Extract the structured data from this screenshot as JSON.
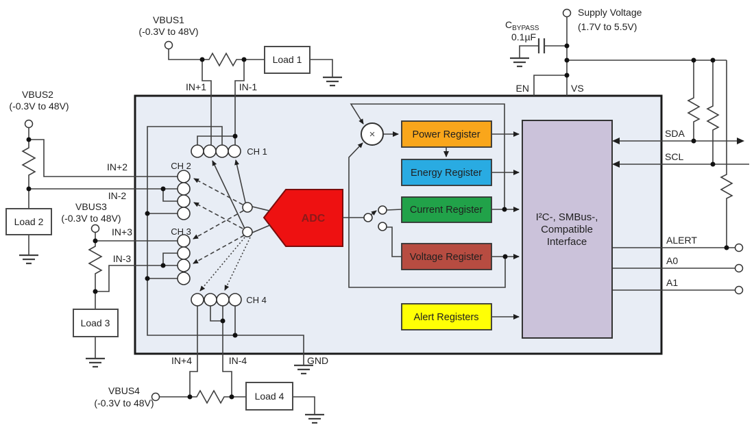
{
  "labels": {
    "vbus1": "VBUS1",
    "vbus1_range": "(-0.3V to 48V)",
    "vbus2": "VBUS2",
    "vbus2_range": "(-0.3V to 48V)",
    "vbus3": "VBUS3",
    "vbus3_range": "(-0.3V to 48V)",
    "vbus4": "VBUS4",
    "vbus4_range": "(-0.3V to 48V)",
    "load1": "Load 1",
    "load2": "Load 2",
    "load3": "Load 3",
    "load4": "Load 4",
    "supply_line1": "Supply Voltage",
    "supply_line2": "(1.7V to 5.5V)",
    "cap_prefix": "C",
    "cap_sub": "BYPASS",
    "cap_value": "0.1µF",
    "en": "EN",
    "vs": "VS",
    "sda": "SDA",
    "scl": "SCL",
    "alert": "ALERT",
    "a0": "A0",
    "a1": "A1",
    "gnd": "GND",
    "in_p1": "IN+1",
    "in_n1": "IN-1",
    "in_p2": "IN+2",
    "in_n2": "IN-2",
    "in_p3": "IN+3",
    "in_n3": "IN-3",
    "in_p4": "IN+4",
    "in_n4": "IN-4",
    "ch1": "CH 1",
    "ch2": "CH 2",
    "ch3": "CH 3",
    "ch4": "CH 4",
    "adc": "ADC",
    "multiply": "×",
    "power_register": "Power Register",
    "energy_register": "Energy Register",
    "current_register": "Current Register",
    "voltage_register": "Voltage Register",
    "alert_registers": "Alert Registers",
    "iface_line1": "I²C-, SMBus-,",
    "iface_line2": "Compatible",
    "iface_line3": "Interface"
  },
  "colors": {
    "chip_fill": "#E8EDF5",
    "adc": "#EE1111",
    "power": "#F9A61B",
    "energy": "#29ABE2",
    "current": "#21A249",
    "voltage": "#B74C41",
    "alerts": "#FFFF05",
    "interface": "#CBC2DA"
  }
}
